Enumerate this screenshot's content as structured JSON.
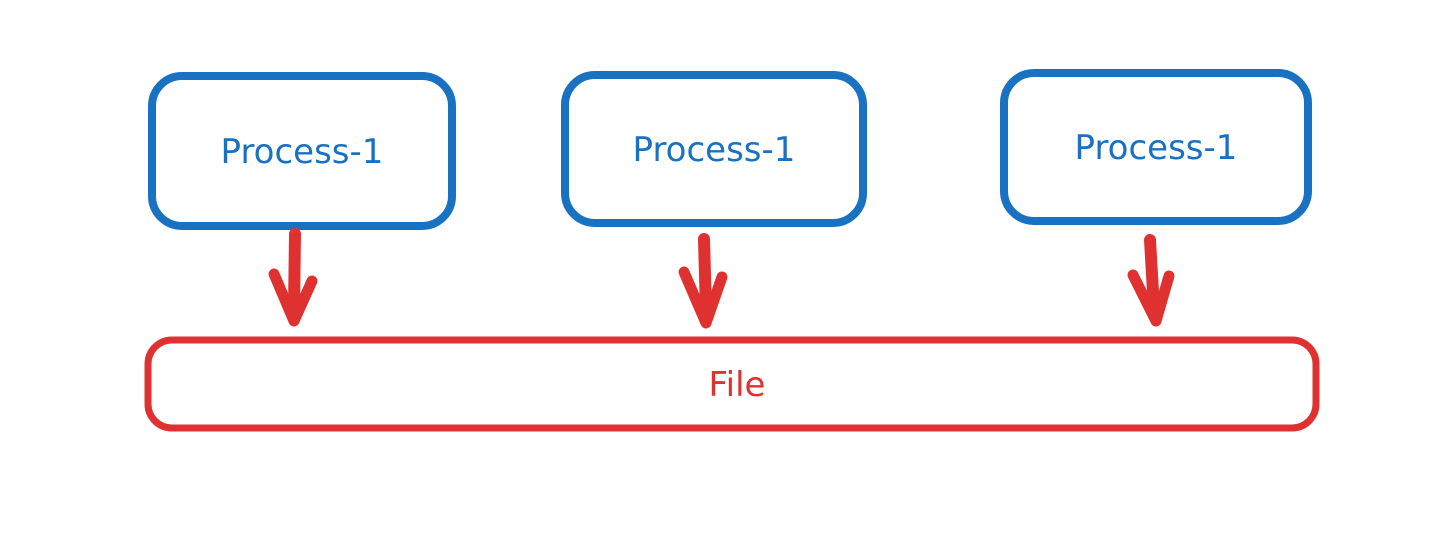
{
  "diagram": {
    "type": "flow-diagram",
    "nodes": [
      {
        "id": "process-1",
        "label": "Process-1"
      },
      {
        "id": "process-2",
        "label": "Process-1"
      },
      {
        "id": "process-3",
        "label": "Process-1"
      }
    ],
    "file_node": {
      "id": "file",
      "label": "File"
    },
    "edges": [
      {
        "from": "process-1",
        "to": "file",
        "direction": "down"
      },
      {
        "from": "process-2",
        "to": "file",
        "direction": "down"
      },
      {
        "from": "process-3",
        "to": "file",
        "direction": "down"
      }
    ],
    "colors": {
      "process_stroke": "#1971c2",
      "process_text": "#1971c2",
      "file_stroke": "#e03131",
      "file_text": "#e03131",
      "arrow": "#e03131",
      "background": "#ffffff"
    }
  }
}
